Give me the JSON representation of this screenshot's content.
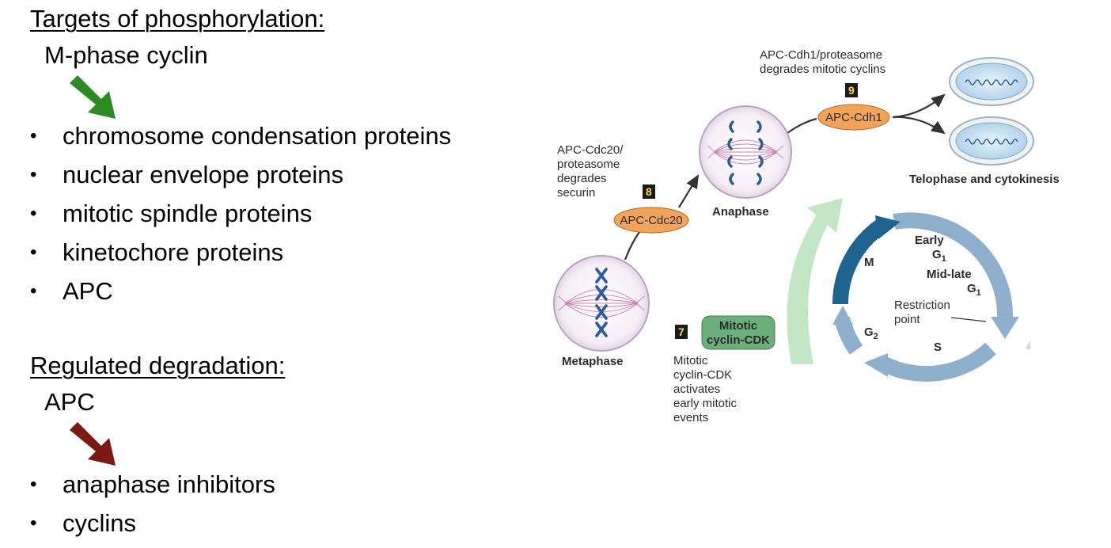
{
  "left": {
    "phosphorylation_heading": "Targets of phosphorylation:",
    "phosphorylation_source": "M-phase cyclin",
    "phosphorylation_arrow_color": "#2e8a22",
    "phosphorylation_targets": [
      "chromosome condensation proteins",
      "nuclear envelope proteins",
      "mitotic spindle proteins",
      "kinetochore proteins",
      "APC"
    ],
    "degradation_heading": "Regulated degradation:",
    "degradation_source": "APC",
    "degradation_arrow_color": "#7a1a12",
    "degradation_targets": [
      "anaphase inhibitors",
      "cyclins"
    ],
    "bullet": "•"
  },
  "figure": {
    "cdh1_caption": [
      "APC-Cdh1/proteasome",
      "degrades mitotic cyclins"
    ],
    "step9": "9",
    "apc_cdh1": "APC-Cdh1",
    "telophase_label": "Telophase and cytokinesis",
    "cdc20_caption": [
      "APC-Cdc20/",
      "proteasome",
      "degrades",
      "securin"
    ],
    "step8": "8",
    "apc_cdc20": "APC-Cdc20",
    "anaphase_label": "Anaphase",
    "metaphase_label": "Metaphase",
    "step7": "7",
    "cyclin_cdk_box": [
      "Mitotic",
      "cyclin-CDK"
    ],
    "cyclin_cdk_caption": [
      "Mitotic",
      "cyclin-CDK",
      "activates",
      "early mitotic",
      "events"
    ],
    "cycle": {
      "m": "M",
      "early": "Early",
      "g": "G",
      "sub1": "1",
      "mid_late": "Mid-late",
      "restriction": [
        "Restriction",
        "point"
      ],
      "s": "S",
      "sub2": "2"
    },
    "colors": {
      "enzyme_orange": "#f2a55a",
      "cyclin_cdk_green": "#6bb07a",
      "cycle_dark_blue": "#1f6390",
      "cycle_light_blue": "#8fb0cc",
      "sweep_green": "#c3e6c5",
      "nucleus_blue": "#cfe6f6",
      "chromosome_blue": "#2a5c9a",
      "spindle_pink": "#d080b0"
    }
  }
}
